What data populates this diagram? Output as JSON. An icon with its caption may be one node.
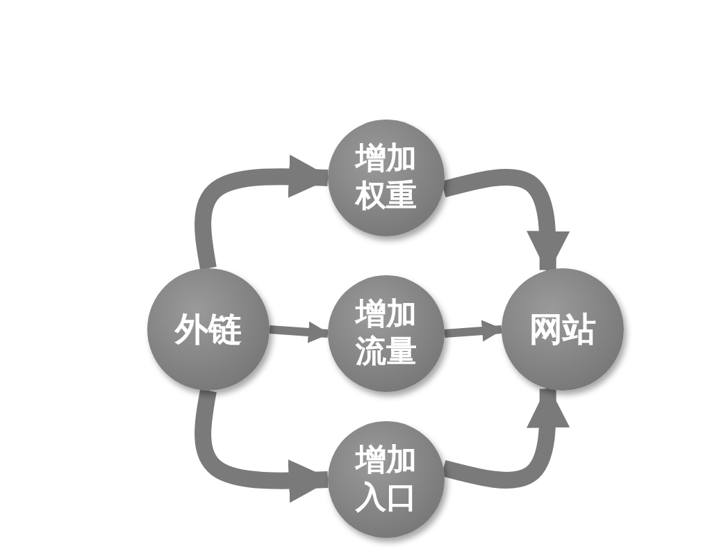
{
  "diagram": {
    "nodes": [
      {
        "text": [
          "外链"
        ]
      },
      {
        "text": [
          "增加权重"
        ]
      },
      {
        "text": [
          "增加流量"
        ]
      },
      {
        "text": [
          "增加入口"
        ]
      },
      {
        "text": [
          "网站"
        ]
      }
    ],
    "edges": [
      {
        "from": 0,
        "to": 1,
        "arrow": "to"
      },
      {
        "from": 0,
        "to": 2,
        "arrow": "to"
      },
      {
        "from": 0,
        "to": 3,
        "arrow": "to"
      },
      {
        "from": 1,
        "to": 4,
        "arrow": "to"
      },
      {
        "from": 2,
        "to": 4,
        "arrow": "to"
      },
      {
        "from": 3,
        "to": 4,
        "arrow": "to"
      }
    ]
  }
}
